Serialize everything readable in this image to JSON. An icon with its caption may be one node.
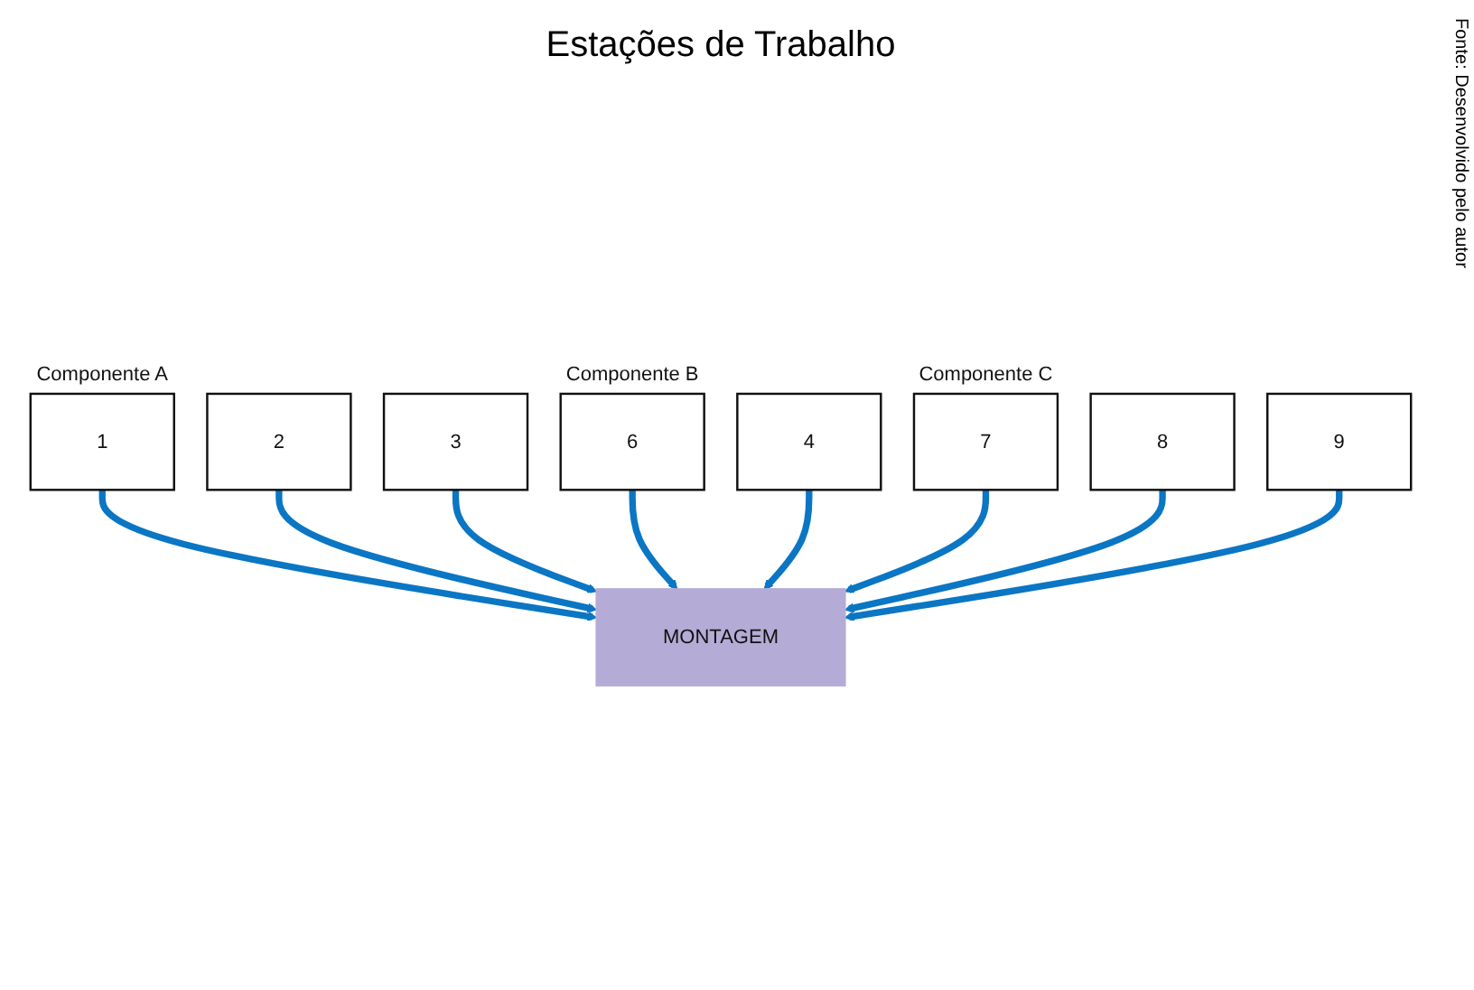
{
  "diagram": {
    "title": "Estações de Trabalho",
    "nodes": [
      {
        "text": [
          "1"
        ],
        "beside": [
          "Componente A"
        ]
      },
      {
        "text": [
          "2"
        ]
      },
      {
        "text": [
          "3"
        ]
      },
      {
        "text": [
          "6"
        ],
        "beside": [
          "Componente B"
        ]
      },
      {
        "text": [
          "MONTAGEM"
        ]
      },
      {
        "text": [
          "4"
        ]
      },
      {
        "text": [
          "7"
        ],
        "beside": [
          "Componente C"
        ]
      },
      {
        "text": [
          "8"
        ]
      },
      {
        "text": [
          "9"
        ]
      }
    ],
    "edges": [
      {
        "from": 0,
        "to": 4,
        "arrow": "to"
      },
      {
        "from": 1,
        "to": 4,
        "arrow": "to"
      },
      {
        "from": 2,
        "to": 4,
        "arrow": "to"
      },
      {
        "from": 3,
        "to": 4,
        "arrow": "to"
      },
      {
        "from": 5,
        "to": 4,
        "arrow": "to"
      },
      {
        "from": 6,
        "to": 4,
        "arrow": "to"
      },
      {
        "from": 7,
        "to": 4,
        "arrow": "to"
      },
      {
        "from": 8,
        "to": 4,
        "arrow": "to"
      }
    ],
    "labels": [
      "Fonte: Desenvolvido pelo autor"
    ]
  }
}
